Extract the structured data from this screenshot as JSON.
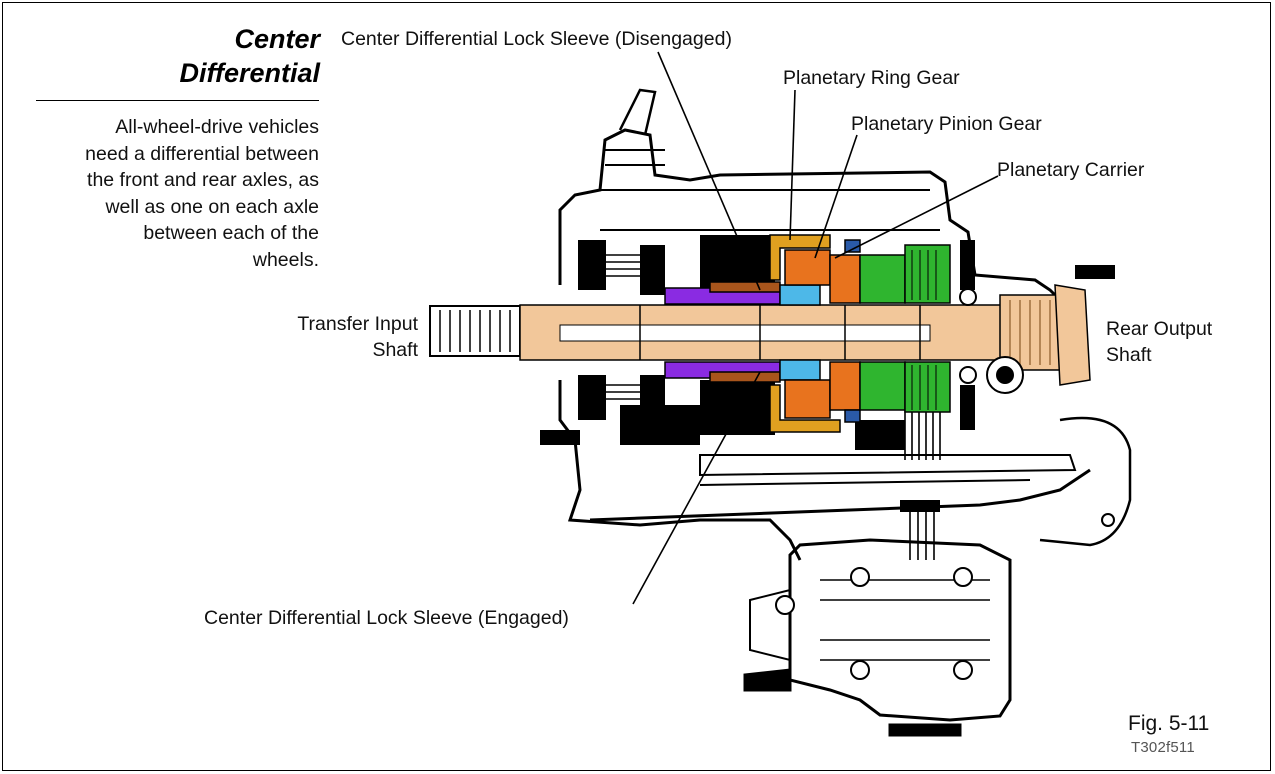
{
  "sidebar": {
    "title_line1": "Center",
    "title_line2": "Differential",
    "body": [
      "All-wheel-drive vehicles",
      "need a differential between",
      "the front and rear axles, as",
      "well as one on each axle",
      "between each of the",
      "wheels."
    ]
  },
  "callouts": {
    "lock_disengaged": "Center Differential Lock Sleeve (Disengaged)",
    "ring_gear": "Planetary Ring Gear",
    "pinion_gear": "Planetary Pinion Gear",
    "carrier": "Planetary Carrier",
    "input_shaft_1": "Transfer Input",
    "input_shaft_2": "Shaft",
    "output_shaft_1": "Rear Output",
    "output_shaft_2": "Shaft",
    "lock_engaged": "Center Differential Lock Sleeve (Engaged)"
  },
  "figure": {
    "number": "Fig. 5-11",
    "code": "T302f511"
  },
  "colors": {
    "shaft": "#f2c79a",
    "ring_gear": "#e0a020",
    "pinion": "#e8731e",
    "sleeve": "#8a2be2",
    "carrier_blue": "#4db8e8",
    "green_gear": "#2fb52f",
    "case": "#000000"
  }
}
